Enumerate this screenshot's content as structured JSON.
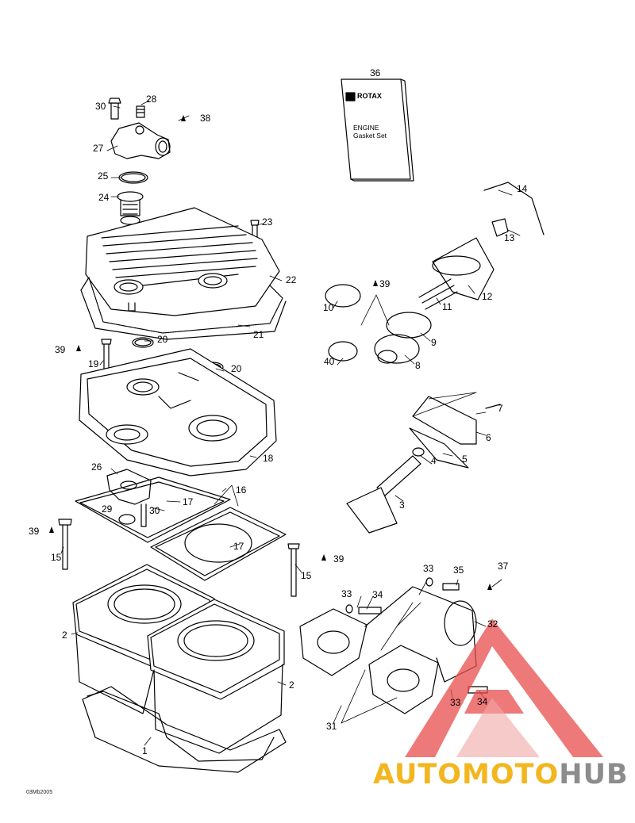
{
  "labels": {
    "l1": "1",
    "l2a": "2",
    "l2b": "2",
    "l3": "3",
    "l4": "4",
    "l5": "5",
    "l6": "6",
    "l7": "7",
    "l8": "8",
    "l9": "9",
    "l10": "10",
    "l11": "11",
    "l12": "12",
    "l13": "13",
    "l14": "14",
    "l15a": "15",
    "l15b": "15",
    "l16": "16",
    "l17a": "17",
    "l17b": "17",
    "l18": "18",
    "l19": "19",
    "l20a": "20",
    "l20b": "20",
    "l21": "21",
    "l22": "22",
    "l23": "23",
    "l24": "24",
    "l25": "25",
    "l26": "26",
    "l27": "27",
    "l28": "28",
    "l29": "29",
    "l30a": "30",
    "l30b": "30",
    "l31": "31",
    "l32": "32",
    "l33a": "33",
    "l33b": "33",
    "l33c": "33",
    "l34a": "34",
    "l34b": "34",
    "l35": "35",
    "l36": "36",
    "l37": "37",
    "l38": "38",
    "l39a": "39",
    "l39b": "39",
    "l39c": "39",
    "l39d": "39",
    "l40": "40"
  },
  "gasket_set": {
    "brand": "ROTAX",
    "title_line1": "ENGINE",
    "title_line2": "Gasket Set"
  },
  "diagram_code": "03Mb2005",
  "watermark": {
    "part1": "AUTOMOTO",
    "part2": "HUB",
    "color_accent": "#f3b61f",
    "color_logo": "#e84c4c",
    "color_gray": "#8c8c8c"
  }
}
